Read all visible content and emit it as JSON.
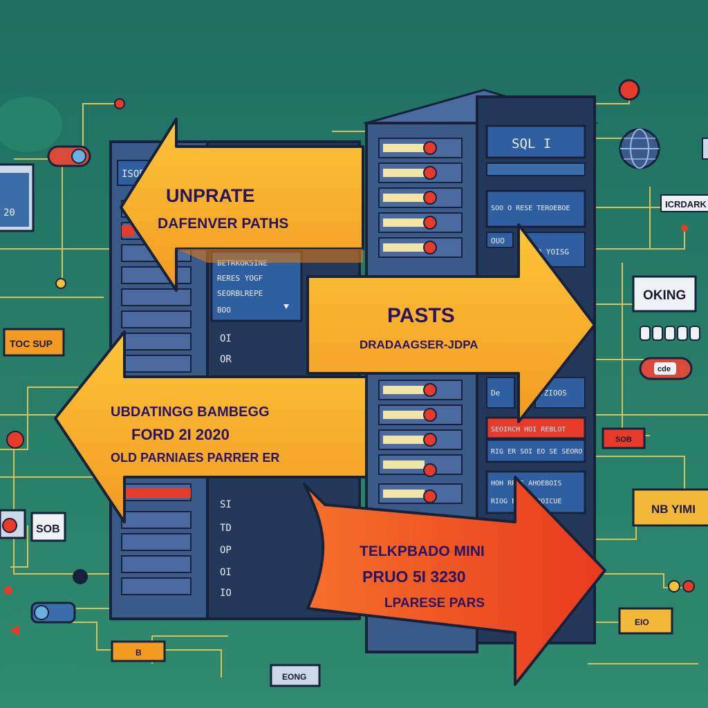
{
  "colors": {
    "background_top": "#1f6f62",
    "background_bottom": "#2f8a6e",
    "circuit": "#d9c25a",
    "arrow_yellow": "#f8b227",
    "arrow_orange": "#f39a22",
    "arrow_red": "#f04a24",
    "server_dark": "#2b3f63",
    "server_mid": "#3b5a8c",
    "accent_red": "#e63b2a",
    "outline": "#16213a"
  },
  "arrows": {
    "top_left": {
      "line1": "UNPRATE",
      "line2": "DAFENVER PATHS"
    },
    "middle_right": {
      "line1": "PASTS",
      "line2": "DRADAAGSER-JDPA"
    },
    "lower_left": {
      "line1": "UBDATINGG BAMBEGG",
      "line2": "FORD 2I 2020",
      "line3": "OLD PARNIAES PARRER ER"
    },
    "bottom_right": {
      "line1": "TELKPBADO MINI",
      "line2": "PRUO 5I 3230",
      "line3": "LPARESE PARS"
    }
  },
  "server_left": {
    "header": "ISOBO",
    "screen": [
      "BETRKOKSINE",
      "RERES YOGF",
      "SEORBLREPE",
      "BOO"
    ],
    "labels": [
      "OI",
      "OR",
      "SI",
      "TD",
      "OP",
      "OI",
      "IO"
    ]
  },
  "server_right": {
    "header": "SQL I",
    "display1": "SOO O RESE  TEROEBOE",
    "display2": "OUO",
    "display3": "HO YOISG",
    "display4": "De",
    "display5": "TZIOOS",
    "red_bar": "SEOIRCH HOI  REBLOT",
    "display6": "RIG ER SOI EO   SE SEORO",
    "display7": "HOH  RROS  AHOEBOIS",
    "display8": "RIOG   EOCE PROICUE"
  },
  "tags": {
    "oking": "OKING",
    "icrdark": "ICRDARK",
    "tocsup": "TOC SUP",
    "code": "cde",
    "sob_right": "SOB",
    "nbyimi": "NB YIMI",
    "sob_left": "SOB",
    "eio": "EIO",
    "b": "B",
    "eong": "EONG",
    "screen_left": "20"
  }
}
